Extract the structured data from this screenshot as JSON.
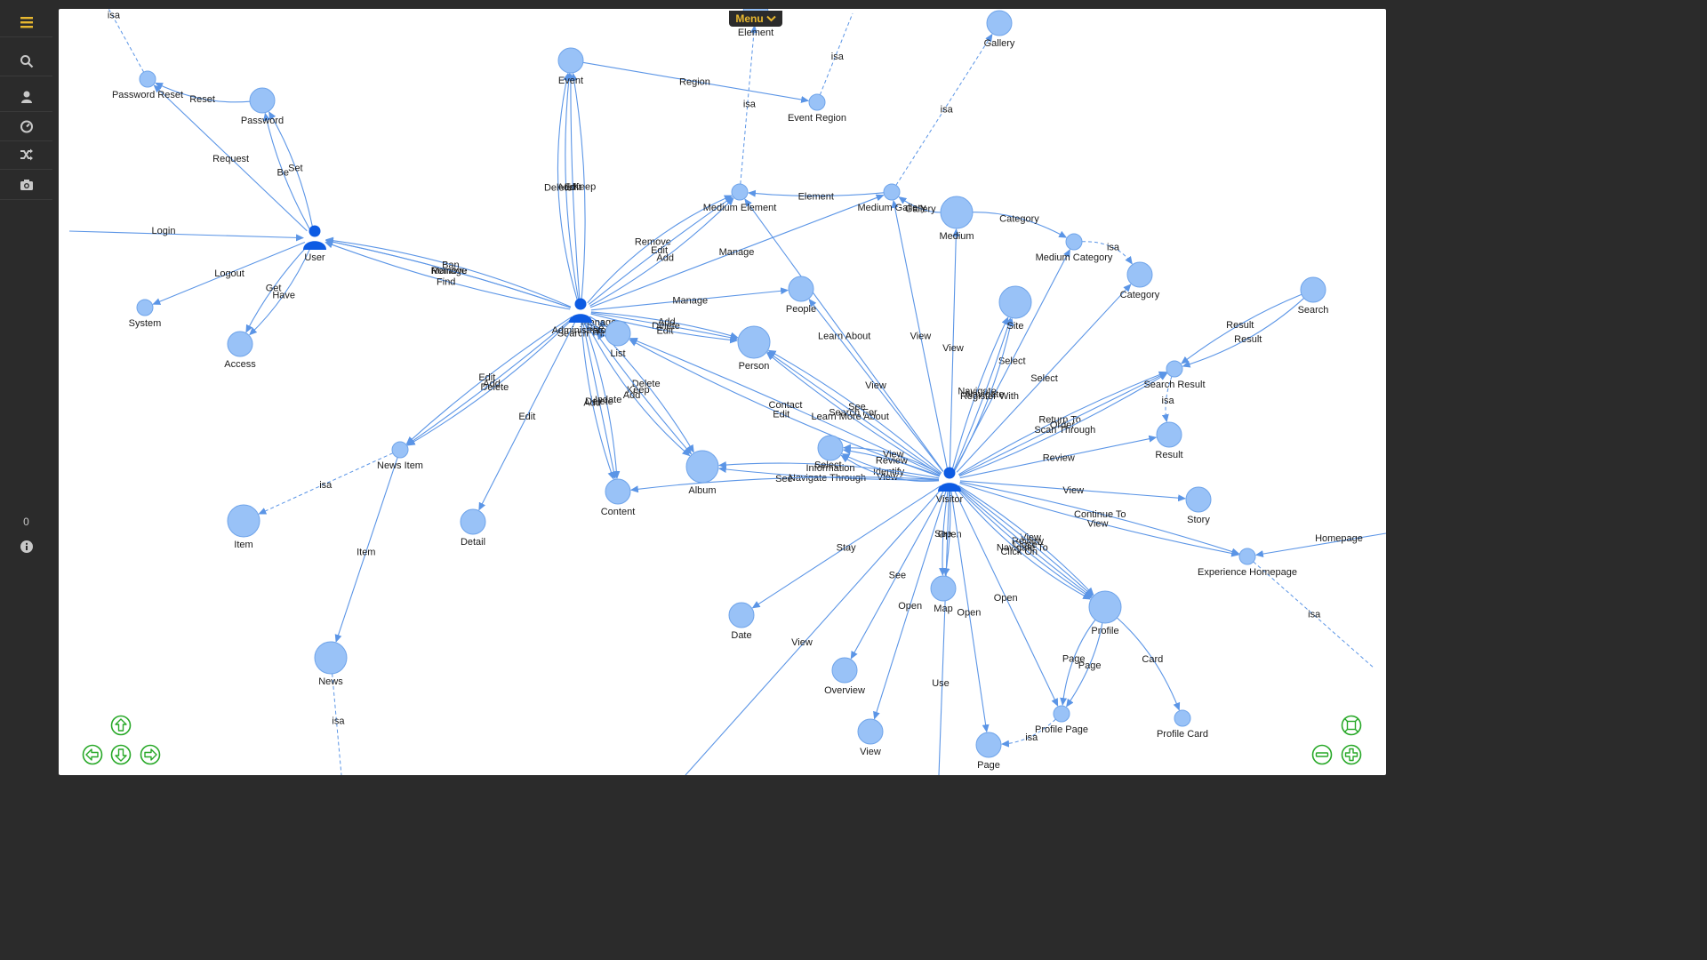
{
  "menu": {
    "label": "Menu"
  },
  "sidebar": {
    "counter": "0",
    "items": [
      {
        "icon": "hamburger-icon"
      },
      {
        "icon": "search-icon"
      },
      {
        "icon": "user-icon"
      },
      {
        "icon": "dashboard-icon"
      },
      {
        "icon": "shuffle-icon"
      },
      {
        "icon": "camera-icon"
      },
      {
        "icon": "info-icon"
      }
    ]
  },
  "nav_controls": [
    "arrow-up-icon",
    "arrow-left-icon",
    "arrow-down-icon",
    "arrow-right-icon",
    "fit-screen-icon",
    "zoom-out-icon",
    "zoom-in-icon"
  ],
  "colors": {
    "node": "#99c2f7",
    "node_stroke": "#6fa4ea",
    "edge": "#5b95e6",
    "actor": "#0d5be3",
    "nav": "#27a827",
    "menu_text": "#e8b830"
  },
  "graph": {
    "nodes": [
      {
        "id": "password_reset",
        "label": "Password Reset",
        "type": "small"
      },
      {
        "id": "password",
        "label": "Password",
        "type": "medium"
      },
      {
        "id": "user",
        "label": "User",
        "type": "actor"
      },
      {
        "id": "system",
        "label": "System",
        "type": "small"
      },
      {
        "id": "access",
        "label": "Access",
        "type": "medium"
      },
      {
        "id": "event",
        "label": "Event",
        "type": "medium"
      },
      {
        "id": "event_region",
        "label": "Event Region",
        "type": "small"
      },
      {
        "id": "element",
        "label": "Element",
        "type": "medium"
      },
      {
        "id": "gallery",
        "label": "Gallery",
        "type": "medium"
      },
      {
        "id": "medium_element",
        "label": "Medium Element",
        "type": "small"
      },
      {
        "id": "medium_gallery",
        "label": "Medium Gallery",
        "type": "small"
      },
      {
        "id": "medium",
        "label": "Medium",
        "type": "large"
      },
      {
        "id": "medium_category",
        "label": "Medium Category",
        "type": "small"
      },
      {
        "id": "category",
        "label": "Category",
        "type": "medium"
      },
      {
        "id": "administrator",
        "label": "Administrator",
        "type": "actor"
      },
      {
        "id": "people",
        "label": "People",
        "type": "medium"
      },
      {
        "id": "person",
        "label": "Person",
        "type": "large"
      },
      {
        "id": "list",
        "label": "List",
        "type": "medium"
      },
      {
        "id": "site",
        "label": "Site",
        "type": "large"
      },
      {
        "id": "search",
        "label": "Search",
        "type": "medium"
      },
      {
        "id": "search_result",
        "label": "Search Result",
        "type": "small"
      },
      {
        "id": "result",
        "label": "Result",
        "type": "medium"
      },
      {
        "id": "information",
        "label": "Information",
        "type": "medium"
      },
      {
        "id": "album",
        "label": "Album",
        "type": "large"
      },
      {
        "id": "content",
        "label": "Content",
        "type": "medium"
      },
      {
        "id": "visitor",
        "label": "Visitor",
        "type": "actor"
      },
      {
        "id": "news_item",
        "label": "News Item",
        "type": "small"
      },
      {
        "id": "item",
        "label": "Item",
        "type": "large"
      },
      {
        "id": "detail",
        "label": "Detail",
        "type": "medium"
      },
      {
        "id": "news",
        "label": "News",
        "type": "large"
      },
      {
        "id": "story",
        "label": "Story",
        "type": "medium"
      },
      {
        "id": "experience_homepage",
        "label": "Experience Homepage",
        "type": "small"
      },
      {
        "id": "date",
        "label": "Date",
        "type": "medium"
      },
      {
        "id": "map",
        "label": "Map",
        "type": "medium"
      },
      {
        "id": "profile",
        "label": "Profile",
        "type": "large"
      },
      {
        "id": "overview",
        "label": "Overview",
        "type": "medium"
      },
      {
        "id": "view",
        "label": "View",
        "type": "medium"
      },
      {
        "id": "page",
        "label": "Page",
        "type": "medium"
      },
      {
        "id": "profile_page",
        "label": "Profile Page",
        "type": "small"
      },
      {
        "id": "profile_card",
        "label": "Profile Card",
        "type": "small"
      }
    ],
    "edges": [
      {
        "from": "password",
        "to": "password_reset",
        "label": "Reset"
      },
      {
        "from": "user",
        "to": "password_reset",
        "label": "Request"
      },
      {
        "from": "user",
        "to": "password",
        "label": "Be"
      },
      {
        "from": "user",
        "to": "password",
        "label": "Set"
      },
      {
        "from": "user",
        "to": "system",
        "label": "Logout"
      },
      {
        "from": "user",
        "to": "access",
        "label": "Get"
      },
      {
        "from": "user",
        "to": "access",
        "label": "Have"
      },
      {
        "from": "administrator",
        "to": "user",
        "label": "Find"
      },
      {
        "from": "administrator",
        "to": "user",
        "label": "Manage"
      },
      {
        "from": "administrator",
        "to": "user",
        "label": "Remove"
      },
      {
        "from": "administrator",
        "to": "user",
        "label": "Ban"
      },
      {
        "from": "event",
        "to": "event_region",
        "label": "Region"
      },
      {
        "from": "administrator",
        "to": "event",
        "label": "Add"
      },
      {
        "from": "administrator",
        "to": "event",
        "label": "Keep"
      },
      {
        "from": "administrator",
        "to": "event",
        "label": "Delete"
      },
      {
        "from": "administrator",
        "to": "event",
        "label": "Edit"
      },
      {
        "from": "administrator",
        "to": "medium_element",
        "label": "Remove"
      },
      {
        "from": "administrator",
        "to": "medium_element",
        "label": "Edit"
      },
      {
        "from": "administrator",
        "to": "medium_element",
        "label": "Add"
      },
      {
        "from": "administrator",
        "to": "medium_gallery",
        "label": "Manage"
      },
      {
        "from": "medium_gallery",
        "to": "medium_element",
        "label": "Element"
      },
      {
        "from": "medium",
        "to": "medium_gallery",
        "label": "Gallery"
      },
      {
        "from": "medium",
        "to": "medium_category",
        "label": "Category"
      },
      {
        "from": "administrator",
        "to": "people",
        "label": "Manage"
      },
      {
        "from": "administrator",
        "to": "person",
        "label": "Add"
      },
      {
        "from": "administrator",
        "to": "person",
        "label": "Delete"
      },
      {
        "from": "administrator",
        "to": "person",
        "label": "Edit"
      },
      {
        "from": "administrator",
        "to": "list",
        "label": "Manage"
      },
      {
        "from": "administrator",
        "to": "list",
        "label": "See"
      },
      {
        "from": "administrator",
        "to": "list",
        "label": "Search Through"
      },
      {
        "from": "administrator",
        "to": "news_item",
        "label": "Delete"
      },
      {
        "from": "administrator",
        "to": "news_item",
        "label": "Add"
      },
      {
        "from": "administrator",
        "to": "news_item",
        "label": "Edit"
      },
      {
        "from": "administrator",
        "to": "detail",
        "label": "Edit"
      },
      {
        "from": "administrator",
        "to": "content",
        "label": "Update"
      },
      {
        "from": "administrator",
        "to": "content",
        "label": "Delete"
      },
      {
        "from": "administrator",
        "to": "content",
        "label": "Add"
      },
      {
        "from": "administrator",
        "to": "album",
        "label": "Delete"
      },
      {
        "from": "administrator",
        "to": "album",
        "label": "Keep"
      },
      {
        "from": "administrator",
        "to": "album",
        "label": "Add"
      },
      {
        "from": "news_item",
        "to": "news",
        "label": "Item"
      },
      {
        "from": "visitor",
        "to": "medium_element",
        "label": "Learn About"
      },
      {
        "from": "visitor",
        "to": "medium_gallery",
        "label": "View"
      },
      {
        "from": "visitor",
        "to": "medium",
        "label": "View"
      },
      {
        "from": "visitor",
        "to": "medium_category",
        "label": "Select"
      },
      {
        "from": "visitor",
        "to": "people",
        "label": "View"
      },
      {
        "from": "visitor",
        "to": "person",
        "label": "Search For"
      },
      {
        "from": "visitor",
        "to": "list",
        "label": "Edit"
      },
      {
        "from": "visitor",
        "to": "list",
        "label": "Contact"
      },
      {
        "from": "visitor",
        "to": "person",
        "label": "Learn More About"
      },
      {
        "from": "visitor",
        "to": "person",
        "label": "See"
      },
      {
        "from": "visitor",
        "to": "information",
        "label": "Identify"
      },
      {
        "from": "visitor",
        "to": "information",
        "label": "Review"
      },
      {
        "from": "visitor",
        "to": "information",
        "label": "View"
      },
      {
        "from": "visitor",
        "to": "album",
        "label": "Navigate Through"
      },
      {
        "from": "visitor",
        "to": "album",
        "label": "Select"
      },
      {
        "from": "visitor",
        "to": "information",
        "label": "View"
      },
      {
        "from": "visitor",
        "to": "content",
        "label": "See"
      },
      {
        "from": "visitor",
        "to": "site",
        "label": "Navigate"
      },
      {
        "from": "visitor",
        "to": "site",
        "label": "Navigate"
      },
      {
        "from": "visitor",
        "to": "site",
        "label": "Register With"
      },
      {
        "from": "visitor",
        "to": "category",
        "label": "Select"
      },
      {
        "from": "visitor",
        "to": "search_result",
        "label": "Return To"
      },
      {
        "from": "visitor",
        "to": "search_result",
        "label": "Order"
      },
      {
        "from": "visitor",
        "to": "search_result",
        "label": "Scan Through"
      },
      {
        "from": "visitor",
        "to": "result",
        "label": "Review"
      },
      {
        "from": "search",
        "to": "search_result",
        "label": "Result"
      },
      {
        "from": "search",
        "to": "search_result",
        "label": "Result"
      },
      {
        "from": "visitor",
        "to": "story",
        "label": "View"
      },
      {
        "from": "visitor",
        "to": "experience_homepage",
        "label": "Continue To"
      },
      {
        "from": "visitor",
        "to": "experience_homepage",
        "label": "View"
      },
      {
        "from": "visitor",
        "to": "profile",
        "label": "View"
      },
      {
        "from": "visitor",
        "to": "profile",
        "label": "Review"
      },
      {
        "from": "visitor",
        "to": "profile",
        "label": "Close"
      },
      {
        "from": "visitor",
        "to": "profile",
        "label": "Navigate To"
      },
      {
        "from": "visitor",
        "to": "profile",
        "label": "Click On"
      },
      {
        "from": "visitor",
        "to": "map",
        "label": "Open"
      },
      {
        "from": "visitor",
        "to": "map",
        "label": "See"
      },
      {
        "from": "visitor",
        "to": "date",
        "label": "Stay"
      },
      {
        "from": "visitor",
        "to": "overview",
        "label": "See"
      },
      {
        "from": "visitor",
        "to": "view",
        "label": "Open"
      },
      {
        "from": "visitor",
        "to": "page",
        "label": "Open"
      },
      {
        "from": "visitor",
        "to": "profile_page",
        "label": "Open"
      },
      {
        "from": "profile",
        "to": "profile_page",
        "label": "Page"
      },
      {
        "from": "profile",
        "to": "profile_page",
        "label": "Page"
      },
      {
        "from": "profile",
        "to": "profile_card",
        "label": "Card"
      }
    ],
    "isa_edges": [
      {
        "from": "password_reset",
        "label": "isa"
      },
      {
        "from": "medium_element",
        "to": "element",
        "label": "isa"
      },
      {
        "from": "event_region",
        "label": "isa"
      },
      {
        "from": "medium_gallery",
        "to": "gallery",
        "label": "isa"
      },
      {
        "from": "medium_category",
        "to": "category",
        "label": "isa"
      },
      {
        "from": "search_result",
        "to": "result",
        "label": "isa"
      },
      {
        "from": "news_item",
        "to": "item",
        "label": "isa"
      },
      {
        "from": "news",
        "label": "isa"
      },
      {
        "from": "experience_homepage",
        "label": "isa"
      },
      {
        "from": "profile_page",
        "to": "page",
        "label": "isa"
      }
    ],
    "offscreen_edges": [
      {
        "to": "user",
        "label": "Login"
      },
      {
        "to": "experience_homepage",
        "label": "Homepage"
      },
      {
        "from": "visitor",
        "label": "View"
      },
      {
        "from": "visitor",
        "label": "Use"
      }
    ]
  }
}
